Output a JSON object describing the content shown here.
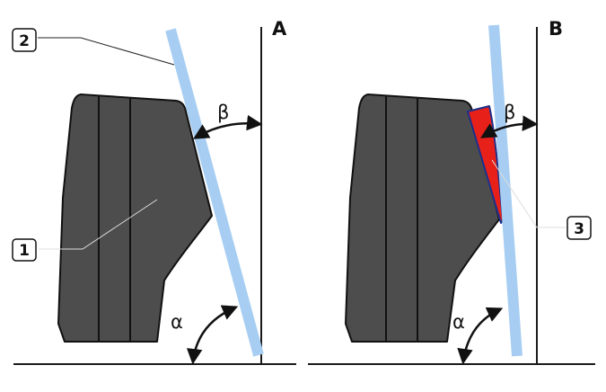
{
  "panels": {
    "a": {
      "label": "A"
    },
    "b": {
      "label": "B"
    }
  },
  "angles": {
    "beta": "β",
    "alpha": "α"
  },
  "callouts": {
    "one": "1",
    "two": "2",
    "three": "3"
  },
  "colors": {
    "tire_fill": "#4d4d4d",
    "tire_stroke": "#111111",
    "strip": "#a7cef2",
    "wedge_fill": "#e8201a",
    "wedge_stroke": "#1d2f8a",
    "line": "#1a1a1a"
  }
}
